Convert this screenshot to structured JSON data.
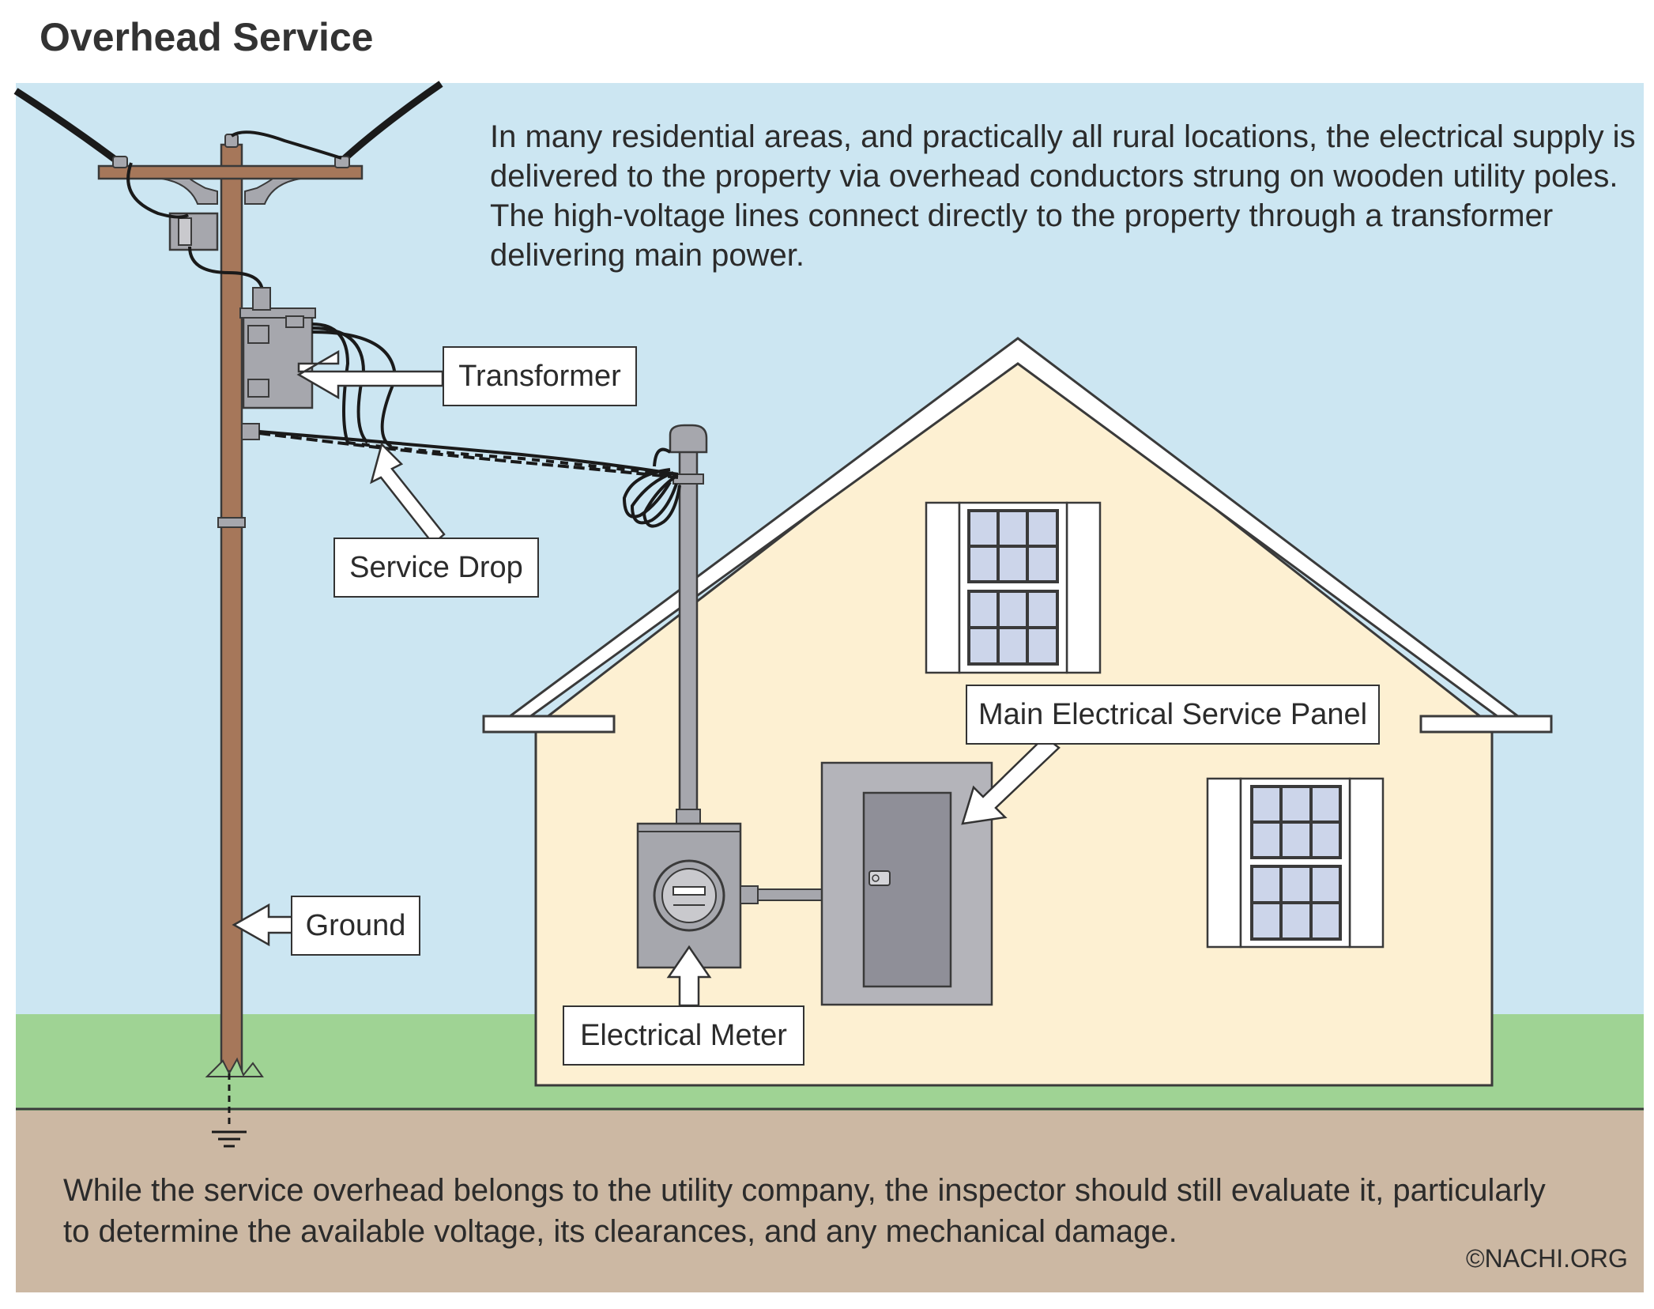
{
  "title": "Overhead Service",
  "intro": "In many residential areas, and practically all rural locations, the electrical supply is delivered to the property via overhead conductors strung on wooden utility poles. The high-voltage lines connect directly to the property through a transformer delivering main power.",
  "footer": "While the service overhead belongs to the utility company, the inspector should still evaluate it, particularly to determine the available voltage, its clearances, and any mechanical damage.",
  "copyright": "©NACHI.ORG",
  "labels": {
    "transformer": "Transformer",
    "service_drop": "Service Drop",
    "ground": "Ground",
    "main_panel": "Main Electrical Service Panel",
    "meter": "Electrical Meter"
  },
  "colors": {
    "sky": "#cce6f2",
    "grass": "#9fd394",
    "soil": "#ccb8a3",
    "house_wall": "#fdf0d2",
    "pole_wood": "#a6775a",
    "equipment_gray": "#a6a7ad",
    "window_glass": "#ccd5ea"
  }
}
